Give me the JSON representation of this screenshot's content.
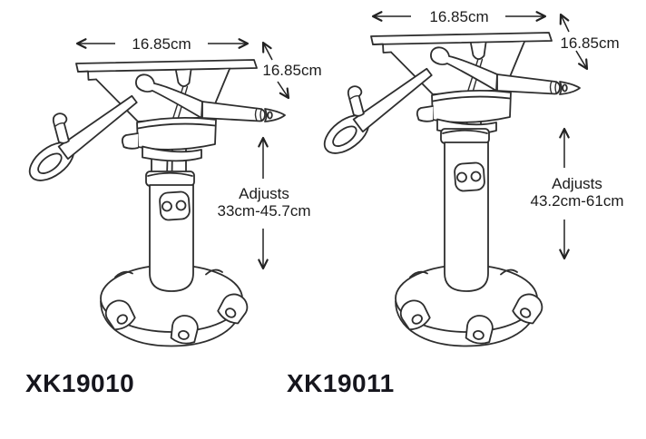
{
  "page": {
    "background": "#ffffff"
  },
  "figures": [
    {
      "model": "XK19010",
      "width_label": "16.85cm",
      "depth_label": "16.85cm",
      "adjust_label": "Adjusts",
      "adjust_range": "33cm-45.7cm"
    },
    {
      "model": "XK19011",
      "width_label": "16.85cm",
      "depth_label": "16.85cm",
      "adjust_label": "Adjusts",
      "adjust_range": "43.2cm-61cm"
    }
  ],
  "colors": {
    "line_art": "#2e2e2e",
    "dimension_text": "#1c1c1c",
    "model_text": "#16161d"
  }
}
